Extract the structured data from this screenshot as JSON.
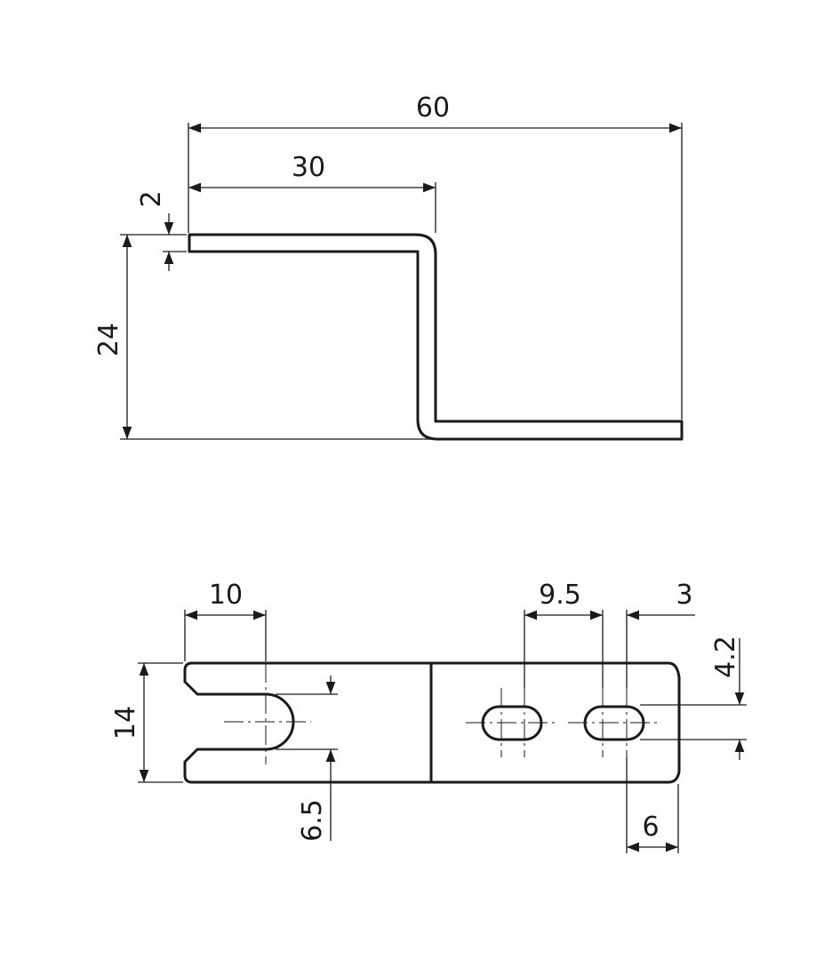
{
  "side_view": {
    "dims": {
      "overall_length": "60",
      "upper_flange": "30",
      "thickness": "2",
      "height": "24"
    }
  },
  "top_view": {
    "dims": {
      "slot_depth": "10",
      "hole_spacing": "9.5",
      "hole_end_offset": "3",
      "slot_width": "4.2",
      "width": "14",
      "fork_width": "6.5",
      "end_edge": "6"
    }
  }
}
